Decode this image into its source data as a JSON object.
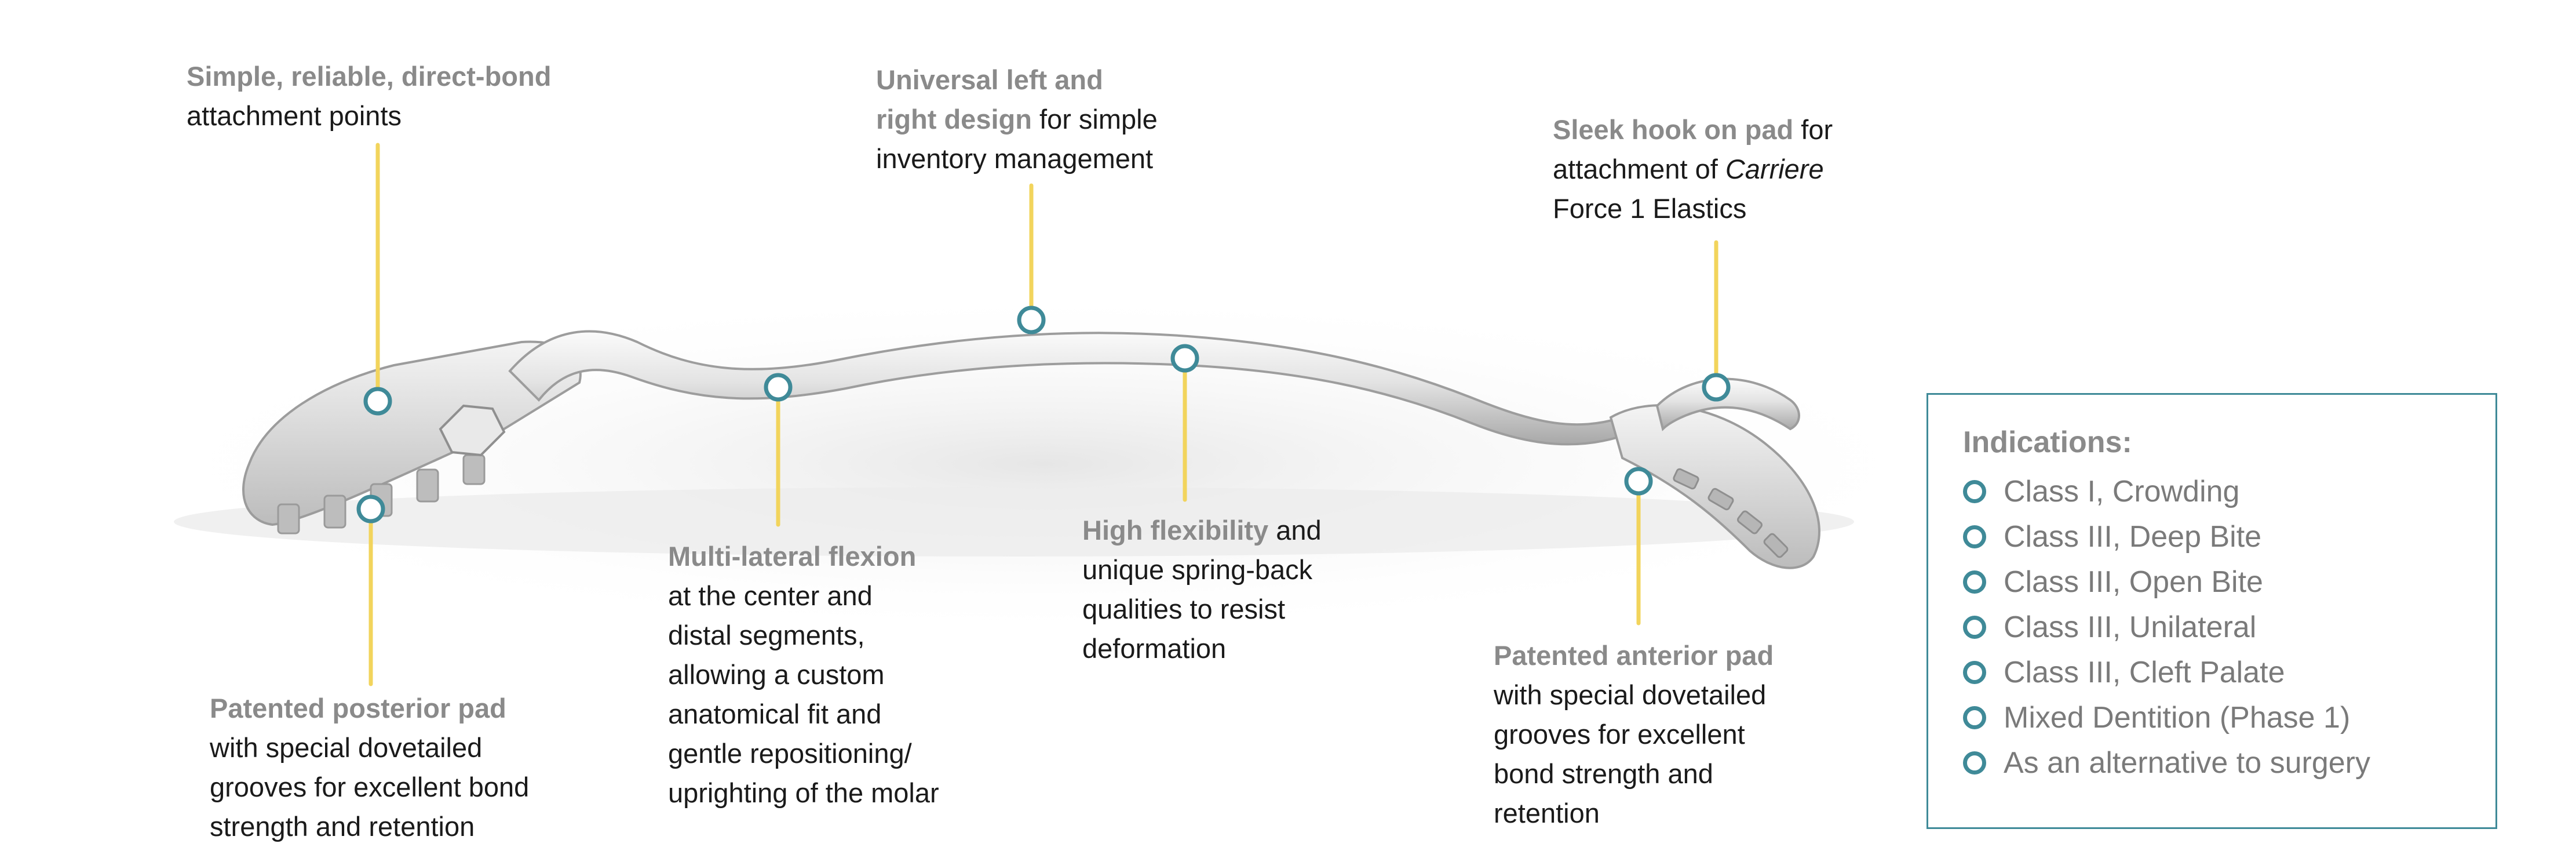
{
  "callouts": {
    "direct_bond": {
      "bold": "Simple, reliable, direct-bond",
      "text": "attachment points"
    },
    "universal": {
      "bold1": "Universal left and",
      "bold2": "right design",
      "rest1": " for simple",
      "line3": "inventory management"
    },
    "sleek_hook": {
      "bold": "Sleek hook on pad",
      "rest1": " for",
      "line2a": "attachment of ",
      "line2b": "Carriere",
      "line3": "Force 1 Elastics"
    },
    "posterior_pad": {
      "bold": "Patented posterior pad",
      "lines": [
        "with special dovetailed",
        "grooves for excellent bond",
        "strength and retention"
      ]
    },
    "multilateral": {
      "bold": "Multi-lateral flexion",
      "lines": [
        "at the center and",
        "distal segments,",
        "allowing a custom",
        "anatomical fit and",
        "gentle repositioning/",
        "uprighting of the molar"
      ]
    },
    "flexibility": {
      "bold": "High flexibility",
      "rest1": " and",
      "lines": [
        "unique spring-back",
        "qualities to resist",
        "deformation"
      ]
    },
    "anterior_pad": {
      "bold": "Patented anterior pad",
      "lines": [
        "with special dovetailed",
        "grooves for excellent",
        "bond strength and",
        "retention"
      ]
    }
  },
  "indications": {
    "title": "Indications:",
    "items": [
      "Class I, Crowding",
      "Class III, Deep Bite",
      "Class III, Open Bite",
      "Class III, Unilateral",
      "Class III, Cleft Palate",
      "Mixed Dentition (Phase 1)",
      "As an alternative to surgery"
    ]
  },
  "colors": {
    "leader_line": "#f2d45c",
    "marker_ring": "#3f8a98",
    "metal_light": "#f2f2f2",
    "metal_dark": "#a9a9a9"
  }
}
